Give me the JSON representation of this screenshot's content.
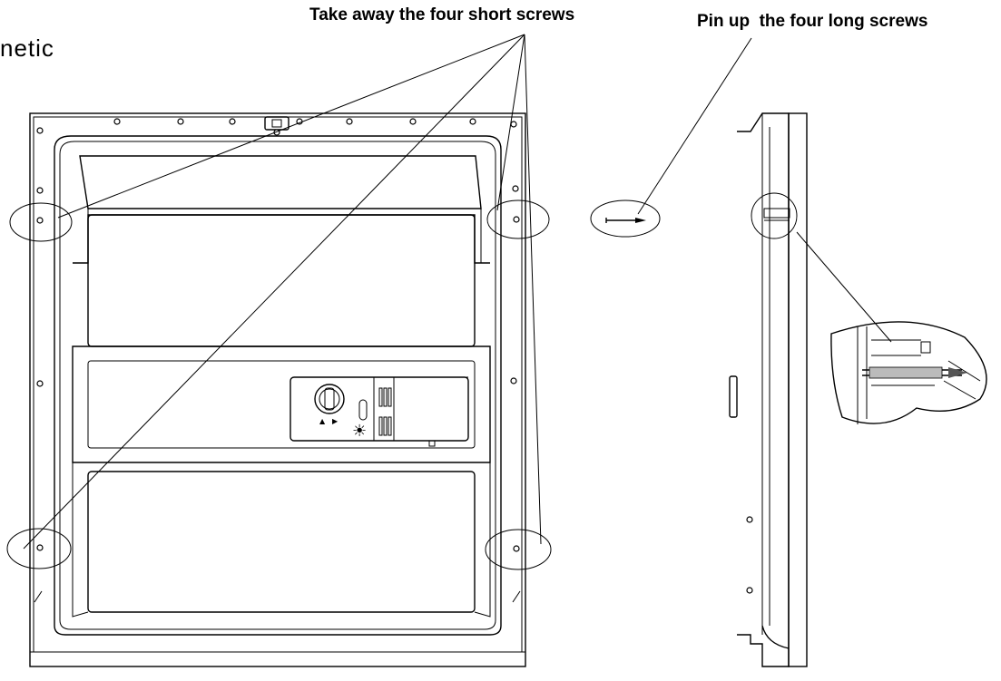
{
  "labels": {
    "short_screws": "Take away the four short screws",
    "long_screws": "Pin up  the four long screws",
    "partial_heading": "netic"
  },
  "panel_symbols": {
    "dial_arrow_left": "▲",
    "dial_arrow_right": "▶",
    "sun_icon": "☀"
  }
}
